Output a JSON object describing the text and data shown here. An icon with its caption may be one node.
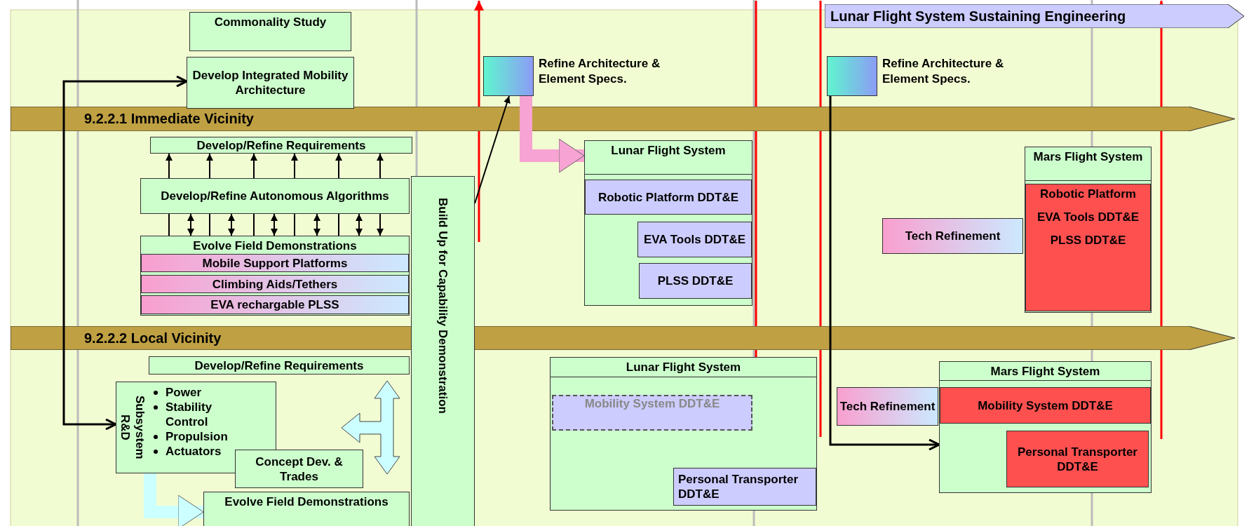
{
  "diagram": {
    "nodes": [
      {
        "text": [
          "Commonality Study"
        ]
      },
      {
        "text": [
          "Lunar Flight System Sustaining Engineering"
        ]
      },
      {
        "text": [
          "Develop Integrated Mobility Architecture"
        ]
      },
      {
        "text": [],
        "shape": "box",
        "beside": [
          "Refine Architecture & Element Specs."
        ]
      },
      {
        "text": [],
        "shape": "box",
        "beside": [
          "Refine Architecture & Element Specs."
        ]
      },
      {
        "text": [
          "Develop/Refine Requirements"
        ]
      },
      {
        "text": [
          "Develop/Refine Autonomous Algorithms"
        ]
      },
      {
        "text": [
          "Evolve Field Demonstrations"
        ]
      },
      {
        "text": [
          "Mobile Support Platforms"
        ],
        "in": 7
      },
      {
        "text": [
          "Climbing Aids/Tethers"
        ],
        "in": 7
      },
      {
        "text": [
          "EVA rechargable PLSS"
        ],
        "in": 7
      },
      {
        "text": [
          "Build Up for Capability Demonstration"
        ]
      },
      {
        "text": [
          "Lunar Flight System"
        ]
      },
      {
        "text": [
          "Robotic Platform DDT&E"
        ],
        "in": 12
      },
      {
        "text": [
          "EVA Tools DDT&E"
        ],
        "in": 12
      },
      {
        "text": [
          "PLSS DDT&E"
        ],
        "in": 12
      },
      {
        "text": [
          "Tech Refinement"
        ]
      },
      {
        "text": [
          "Mars Flight System"
        ]
      },
      {
        "text": [
          "Robotic Platform",
          "EVA Tools DDT&E",
          "PLSS DDT&E"
        ],
        "in": 17
      },
      {
        "text": [
          "Develop/Refine Requirements"
        ]
      },
      {
        "text": [
          "Subsystem R&D",
          "Power",
          "Stability Control",
          "Propulsion",
          "Actuators"
        ]
      },
      {
        "text": [
          "Concept Dev. & Trades"
        ]
      },
      {
        "text": [
          "Evolve Field Demonstrations"
        ]
      },
      {
        "text": [
          "Lunar Flight System"
        ]
      },
      {
        "text": [
          "Mobility System DDT&E"
        ],
        "in": 23
      },
      {
        "text": [
          "Personal Transporter DDT&E"
        ],
        "in": 23
      },
      {
        "text": [
          "Tech Refinement"
        ]
      },
      {
        "text": [
          "Mars Flight System"
        ]
      },
      {
        "text": [
          "Mobility System DDT&E"
        ],
        "in": 27
      },
      {
        "text": [
          "Personal Transporter DDT&E"
        ],
        "in": 27
      }
    ],
    "edges": [
      {
        "from": 2,
        "to": 20,
        "arrow": "both"
      },
      {
        "from": 11,
        "to": 3,
        "arrow": "to"
      },
      {
        "from": 3,
        "to": 12,
        "arrow": "to",
        "style": "thick",
        "color": "#f7a3d3"
      },
      {
        "from": 4,
        "to": 27,
        "arrow": "to"
      },
      {
        "from": 20,
        "to": 22,
        "arrow": "to",
        "style": "thick",
        "color": "#ccffff"
      },
      {
        "from": 6,
        "to": 5,
        "arrow": "to"
      },
      {
        "from": 6,
        "to": 5,
        "arrow": "to"
      },
      {
        "from": 6,
        "to": 5,
        "arrow": "to"
      },
      {
        "from": 6,
        "to": 5,
        "arrow": "to"
      },
      {
        "from": 6,
        "to": 5,
        "arrow": "to"
      },
      {
        "from": 6,
        "to": 5,
        "arrow": "to"
      },
      {
        "from": 6,
        "to": 7,
        "arrow": "none"
      },
      {
        "from": 6,
        "to": 7,
        "arrow": "both"
      },
      {
        "from": 6,
        "to": 7,
        "arrow": "none"
      },
      {
        "from": 6,
        "to": 7,
        "arrow": "both"
      },
      {
        "from": 6,
        "to": 7,
        "arrow": "none"
      },
      {
        "from": 6,
        "to": 7,
        "arrow": "both"
      },
      {
        "from": 6,
        "to": 7,
        "arrow": "none"
      },
      {
        "from": 6,
        "to": 7,
        "arrow": "both"
      },
      {
        "from": 6,
        "to": 7,
        "arrow": "none"
      },
      {
        "from": 6,
        "to": 7,
        "arrow": "both"
      },
      {
        "from": 6,
        "to": 7,
        "arrow": "to"
      }
    ],
    "labels": [
      "9.2.2.1 Immediate Vicinity",
      "9.2.2.2 Local Vicinity"
    ]
  }
}
